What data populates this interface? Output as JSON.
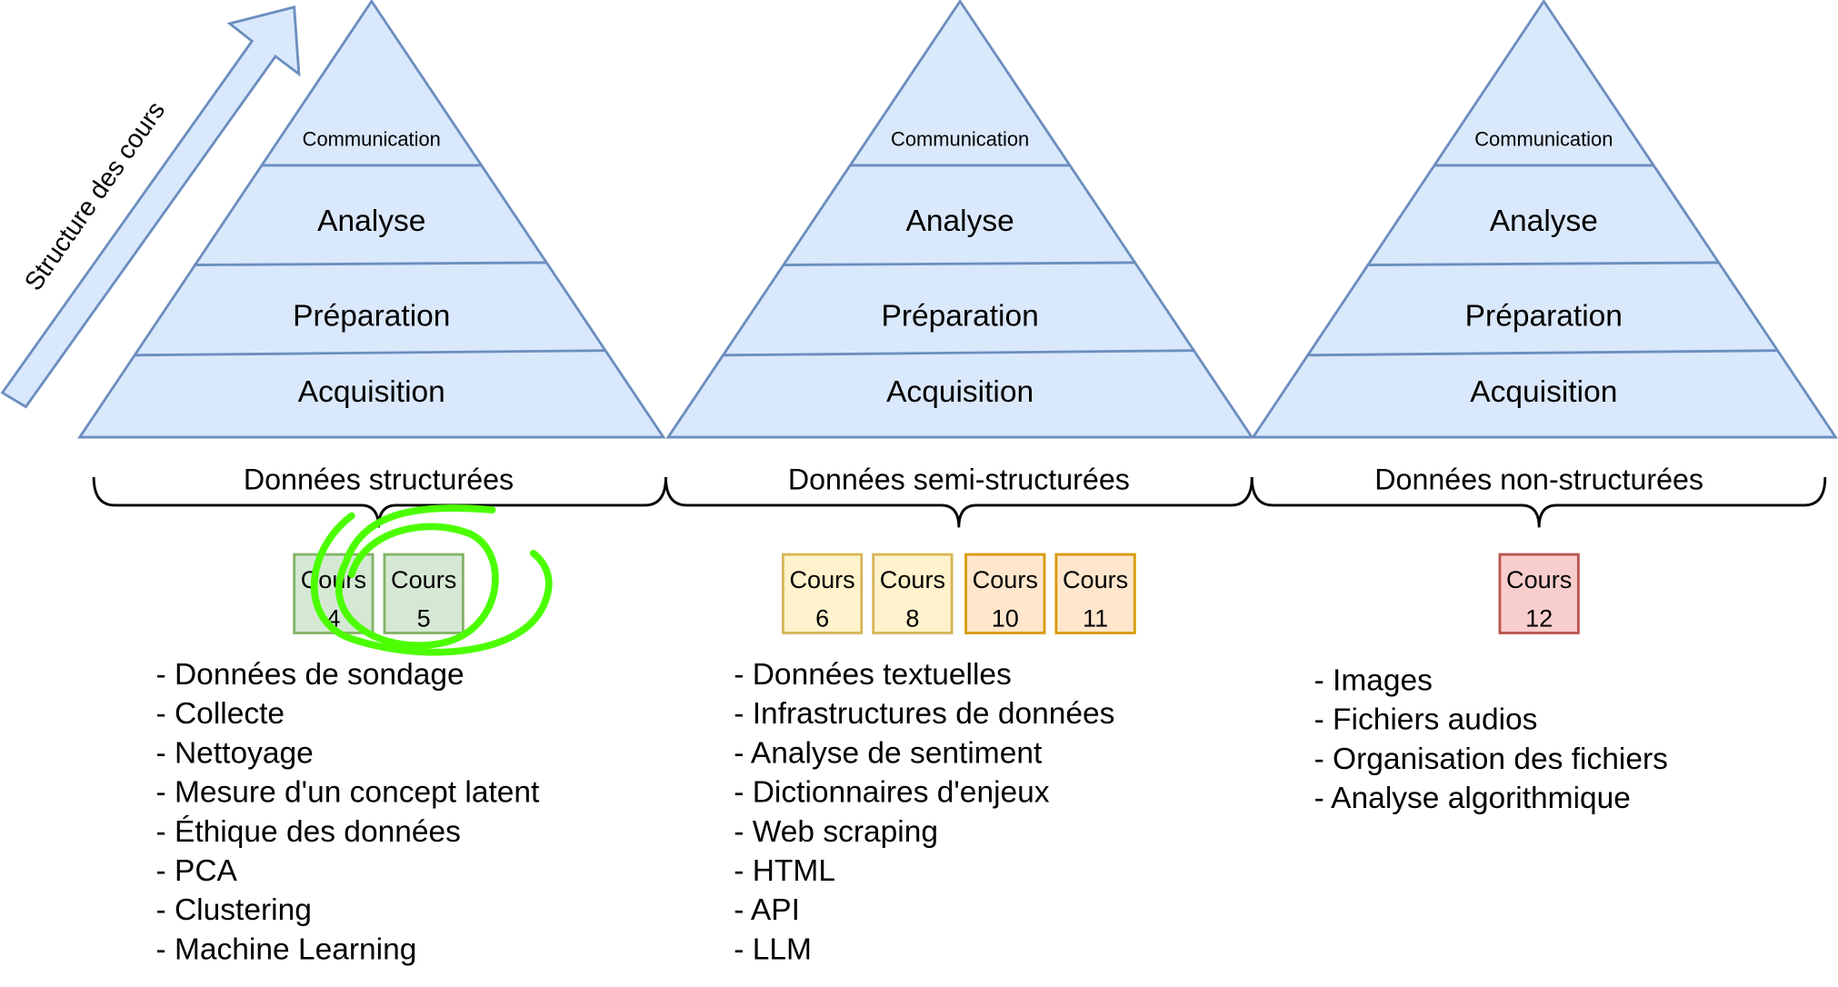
{
  "arrow": {
    "label": "Structure des cours",
    "fill": "#dae8fc",
    "stroke": "#6c8ebf"
  },
  "pyramid_layers": [
    "Communication",
    "Analyse",
    "Préparation",
    "Acquisition"
  ],
  "columns": [
    {
      "title": "Données structurées",
      "courses": [
        {
          "label": "Cours",
          "number": "4",
          "fill": "#d5e8d4",
          "stroke": "#82b366"
        },
        {
          "label": "Cours",
          "number": "5",
          "fill": "#d5e8d4",
          "stroke": "#82b366"
        }
      ],
      "topics": [
        "- Données de sondage",
        "- Collecte",
        "- Nettoyage",
        "- Mesure d'un concept latent",
        "- Éthique des données",
        "- PCA",
        "- Clustering",
        "- Machine Learning"
      ]
    },
    {
      "title": "Données semi-structurées",
      "courses": [
        {
          "label": "Cours",
          "number": "6",
          "fill": "#fff2cc",
          "stroke": "#d6b656"
        },
        {
          "label": "Cours",
          "number": "8",
          "fill": "#fff2cc",
          "stroke": "#d6b656"
        },
        {
          "label": "Cours",
          "number": "10",
          "fill": "#ffe6cc",
          "stroke": "#d79b00"
        },
        {
          "label": "Cours",
          "number": "11",
          "fill": "#ffe6cc",
          "stroke": "#d79b00"
        }
      ],
      "topics": [
        "- Données textuelles",
        "- Infrastructures de données",
        "- Analyse de sentiment",
        "- Dictionnaires d'enjeux",
        "- Web scraping",
        "- HTML",
        "- API",
        "- LLM"
      ]
    },
    {
      "title": "Données non-structurées",
      "courses": [
        {
          "label": "Cours",
          "number": "12",
          "fill": "#f8cecc",
          "stroke": "#b85450"
        }
      ],
      "topics": [
        "- Images",
        "- Fichiers audios",
        "- Organisation des fichiers",
        "- Analyse algorithmique"
      ]
    }
  ],
  "annotation": {
    "color": "#4cff00"
  }
}
